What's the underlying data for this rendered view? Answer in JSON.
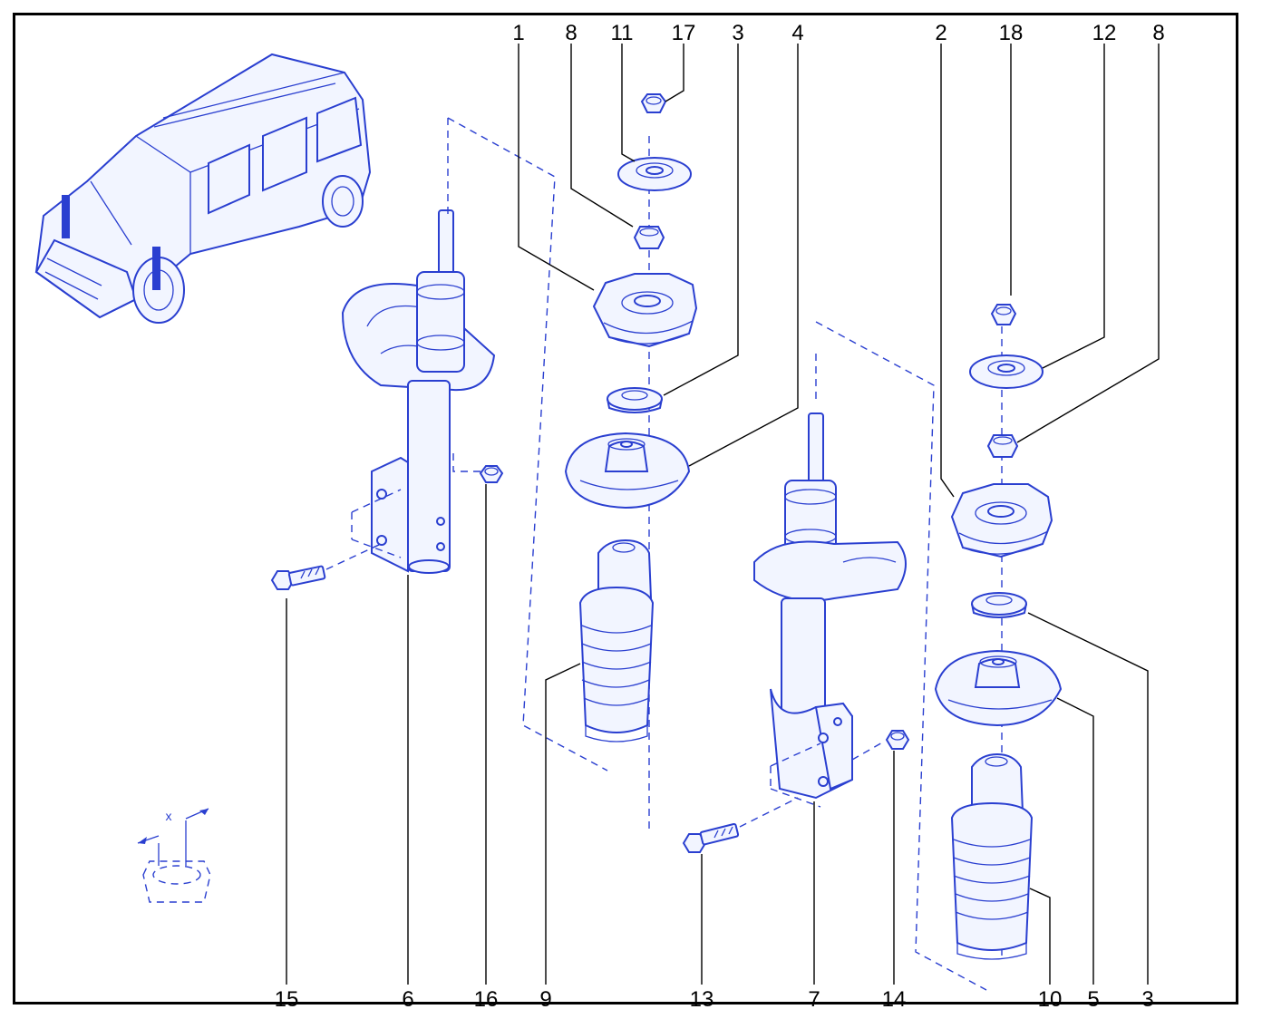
{
  "callouts_top": [
    "1",
    "8",
    "11",
    "17",
    "3",
    "4",
    "2",
    "18",
    "12",
    "8"
  ],
  "callouts_bottom": [
    "15",
    "6",
    "16",
    "9",
    "13",
    "7",
    "14",
    "10",
    "5",
    "3"
  ],
  "detail_label": "x",
  "colors": {
    "line": "#2a3fd0",
    "text": "#000000",
    "frame": "#000000"
  }
}
